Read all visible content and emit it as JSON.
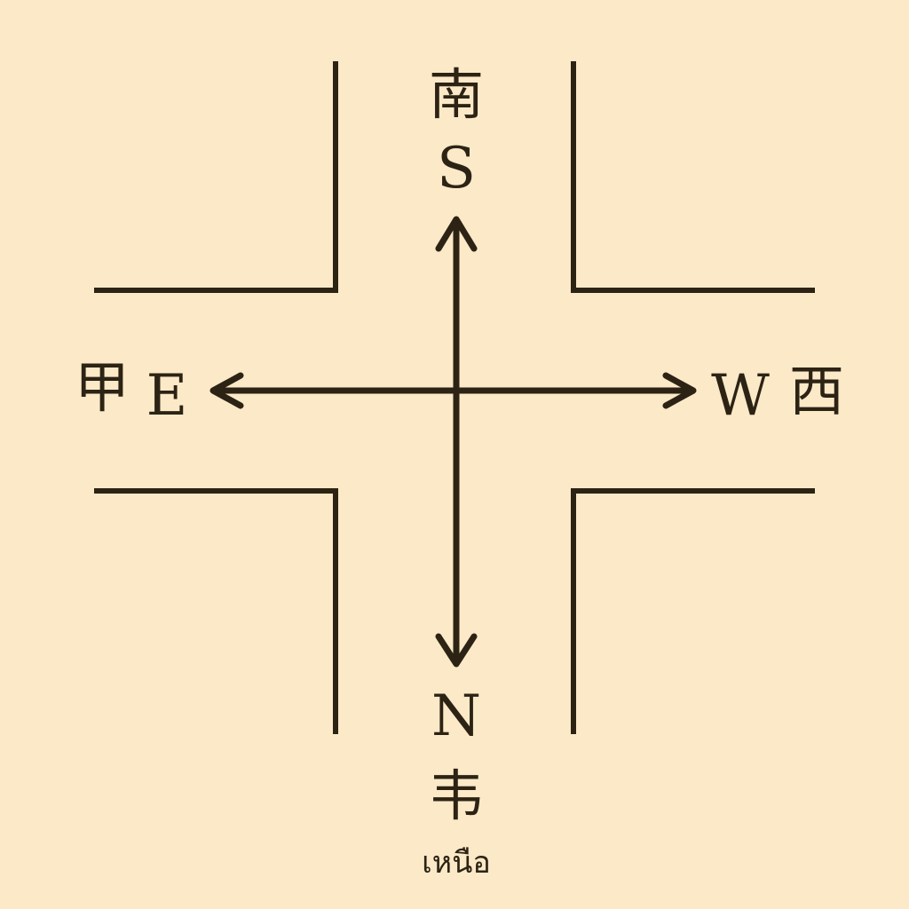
{
  "diagram": {
    "title": "Compass intersection diagram",
    "colors": {
      "background": "#fbe9c8",
      "ink": "#2c2314"
    },
    "directions": {
      "top": {
        "letter": "S",
        "glyph": "南"
      },
      "bottom": {
        "letter": "N",
        "glyph": "韦",
        "secondary": "เหนือ"
      },
      "left": {
        "letter": "E",
        "glyph": "甲"
      },
      "right": {
        "letter": "W",
        "glyph": "西"
      }
    },
    "arrows": [
      {
        "name": "vertical-double-arrow",
        "ends": [
          "up",
          "down"
        ]
      },
      {
        "name": "horizontal-double-arrow",
        "ends": [
          "left",
          "right"
        ]
      }
    ],
    "road_corners": [
      "top-left",
      "top-right",
      "bottom-left",
      "bottom-right"
    ]
  }
}
